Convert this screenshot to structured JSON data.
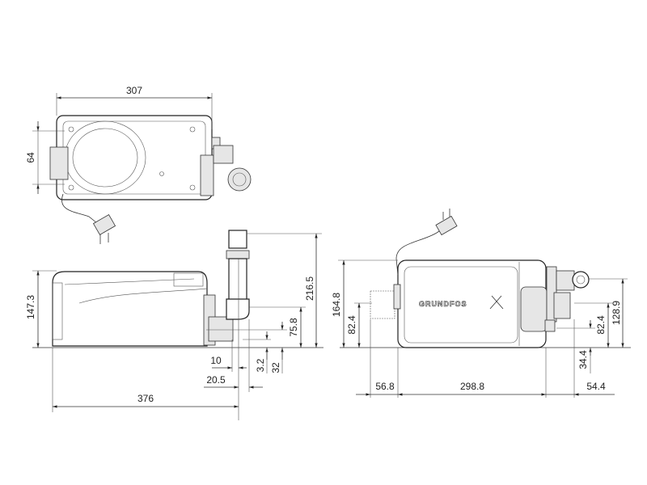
{
  "top_view": {
    "width_label": "307",
    "height_label": "64"
  },
  "side_view": {
    "height_label": "147.3",
    "outlet_height_label": "216.5",
    "inlet_height_label": "75.8",
    "offset_small_label": "3.2",
    "offset_32_label": "32",
    "offset_10_label": "10",
    "offset_20_label": "20.5",
    "length_label": "376"
  },
  "front_view": {
    "height_label": "164.8",
    "left_inlet_height_label": "82.4",
    "left_offset_label": "56.8",
    "body_length_label": "298.8",
    "right_offset_label": "54.4",
    "outlet_height_label": "128.9",
    "right_inlet_height_label": "82.4",
    "bottom_inlet_height_label": "34.4",
    "logo_text": "GRUNDFOS"
  },
  "colors": {
    "line": "#222222",
    "background": "#ffffff"
  }
}
